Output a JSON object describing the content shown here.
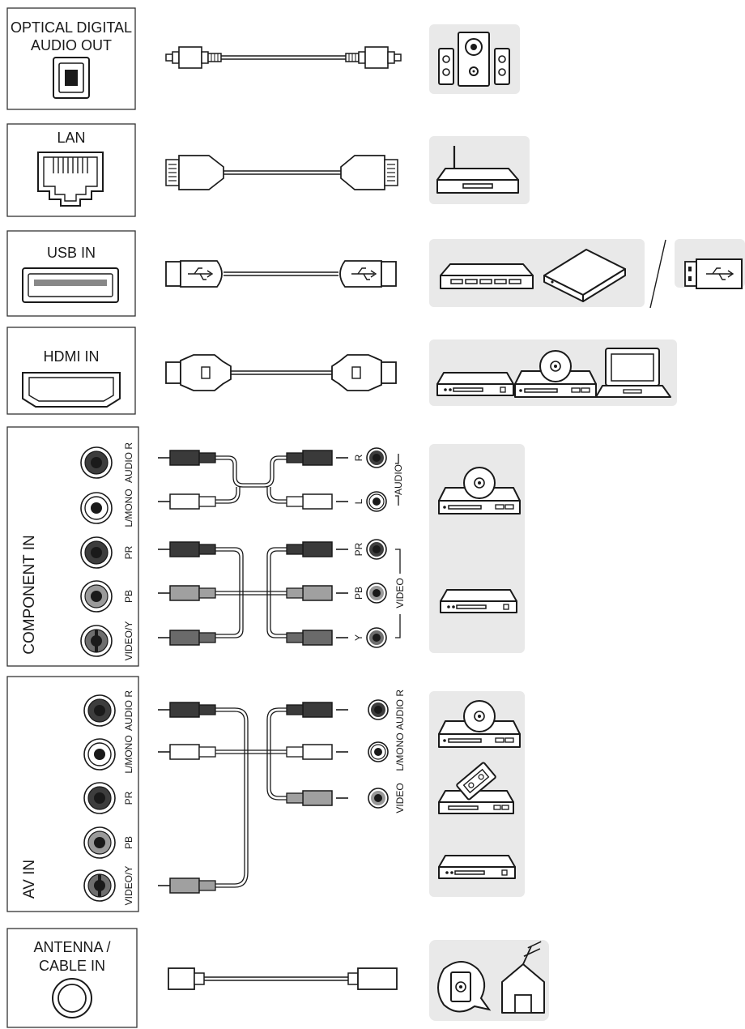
{
  "sections": {
    "optical": {
      "label_line1": "OPTICAL DIGITAL",
      "label_line2": "AUDIO OUT"
    },
    "lan": {
      "label": "LAN"
    },
    "usb": {
      "label": "USB IN"
    },
    "hdmi": {
      "label": "HDMI IN"
    },
    "component": {
      "label": "COMPONENT IN",
      "jacks": [
        "AUDIO R",
        "L/MONO",
        "PR",
        "PB",
        "VIDEO/Y"
      ],
      "device_audio_group": "AUDIO",
      "device_audio_jacks": [
        "R",
        "L"
      ],
      "device_video_group": "VIDEO",
      "device_video_jacks": [
        "PR",
        "PB",
        "Y"
      ]
    },
    "av": {
      "label": "AV IN",
      "jacks": [
        "AUDIO R",
        "L/MONO",
        "PR",
        "PB",
        "VIDEO/Y"
      ],
      "device_jacks": [
        "AUDIO R",
        "L/MONO",
        "VIDEO"
      ]
    },
    "antenna": {
      "label_line1": "ANTENNA /",
      "label_line2": "CABLE IN"
    }
  },
  "colors": {
    "jack_red": "#3d3d3d",
    "jack_white": "#ffffff",
    "jack_green": "#6e6e6e",
    "jack_blue": "#9a9a9a",
    "plug_red": "#3a3a3a",
    "plug_green": "#6a6a6a",
    "plug_blue": "#a0a0a0",
    "device_panel": "#e9e9e9"
  },
  "icons": [
    "speaker-system-icon",
    "router-icon",
    "hard-drive-icon",
    "external-disk-icon",
    "usb-stick-icon",
    "set-top-box-icon",
    "dvd-player-icon",
    "laptop-icon",
    "vcr-icon",
    "antenna-house-icon"
  ]
}
